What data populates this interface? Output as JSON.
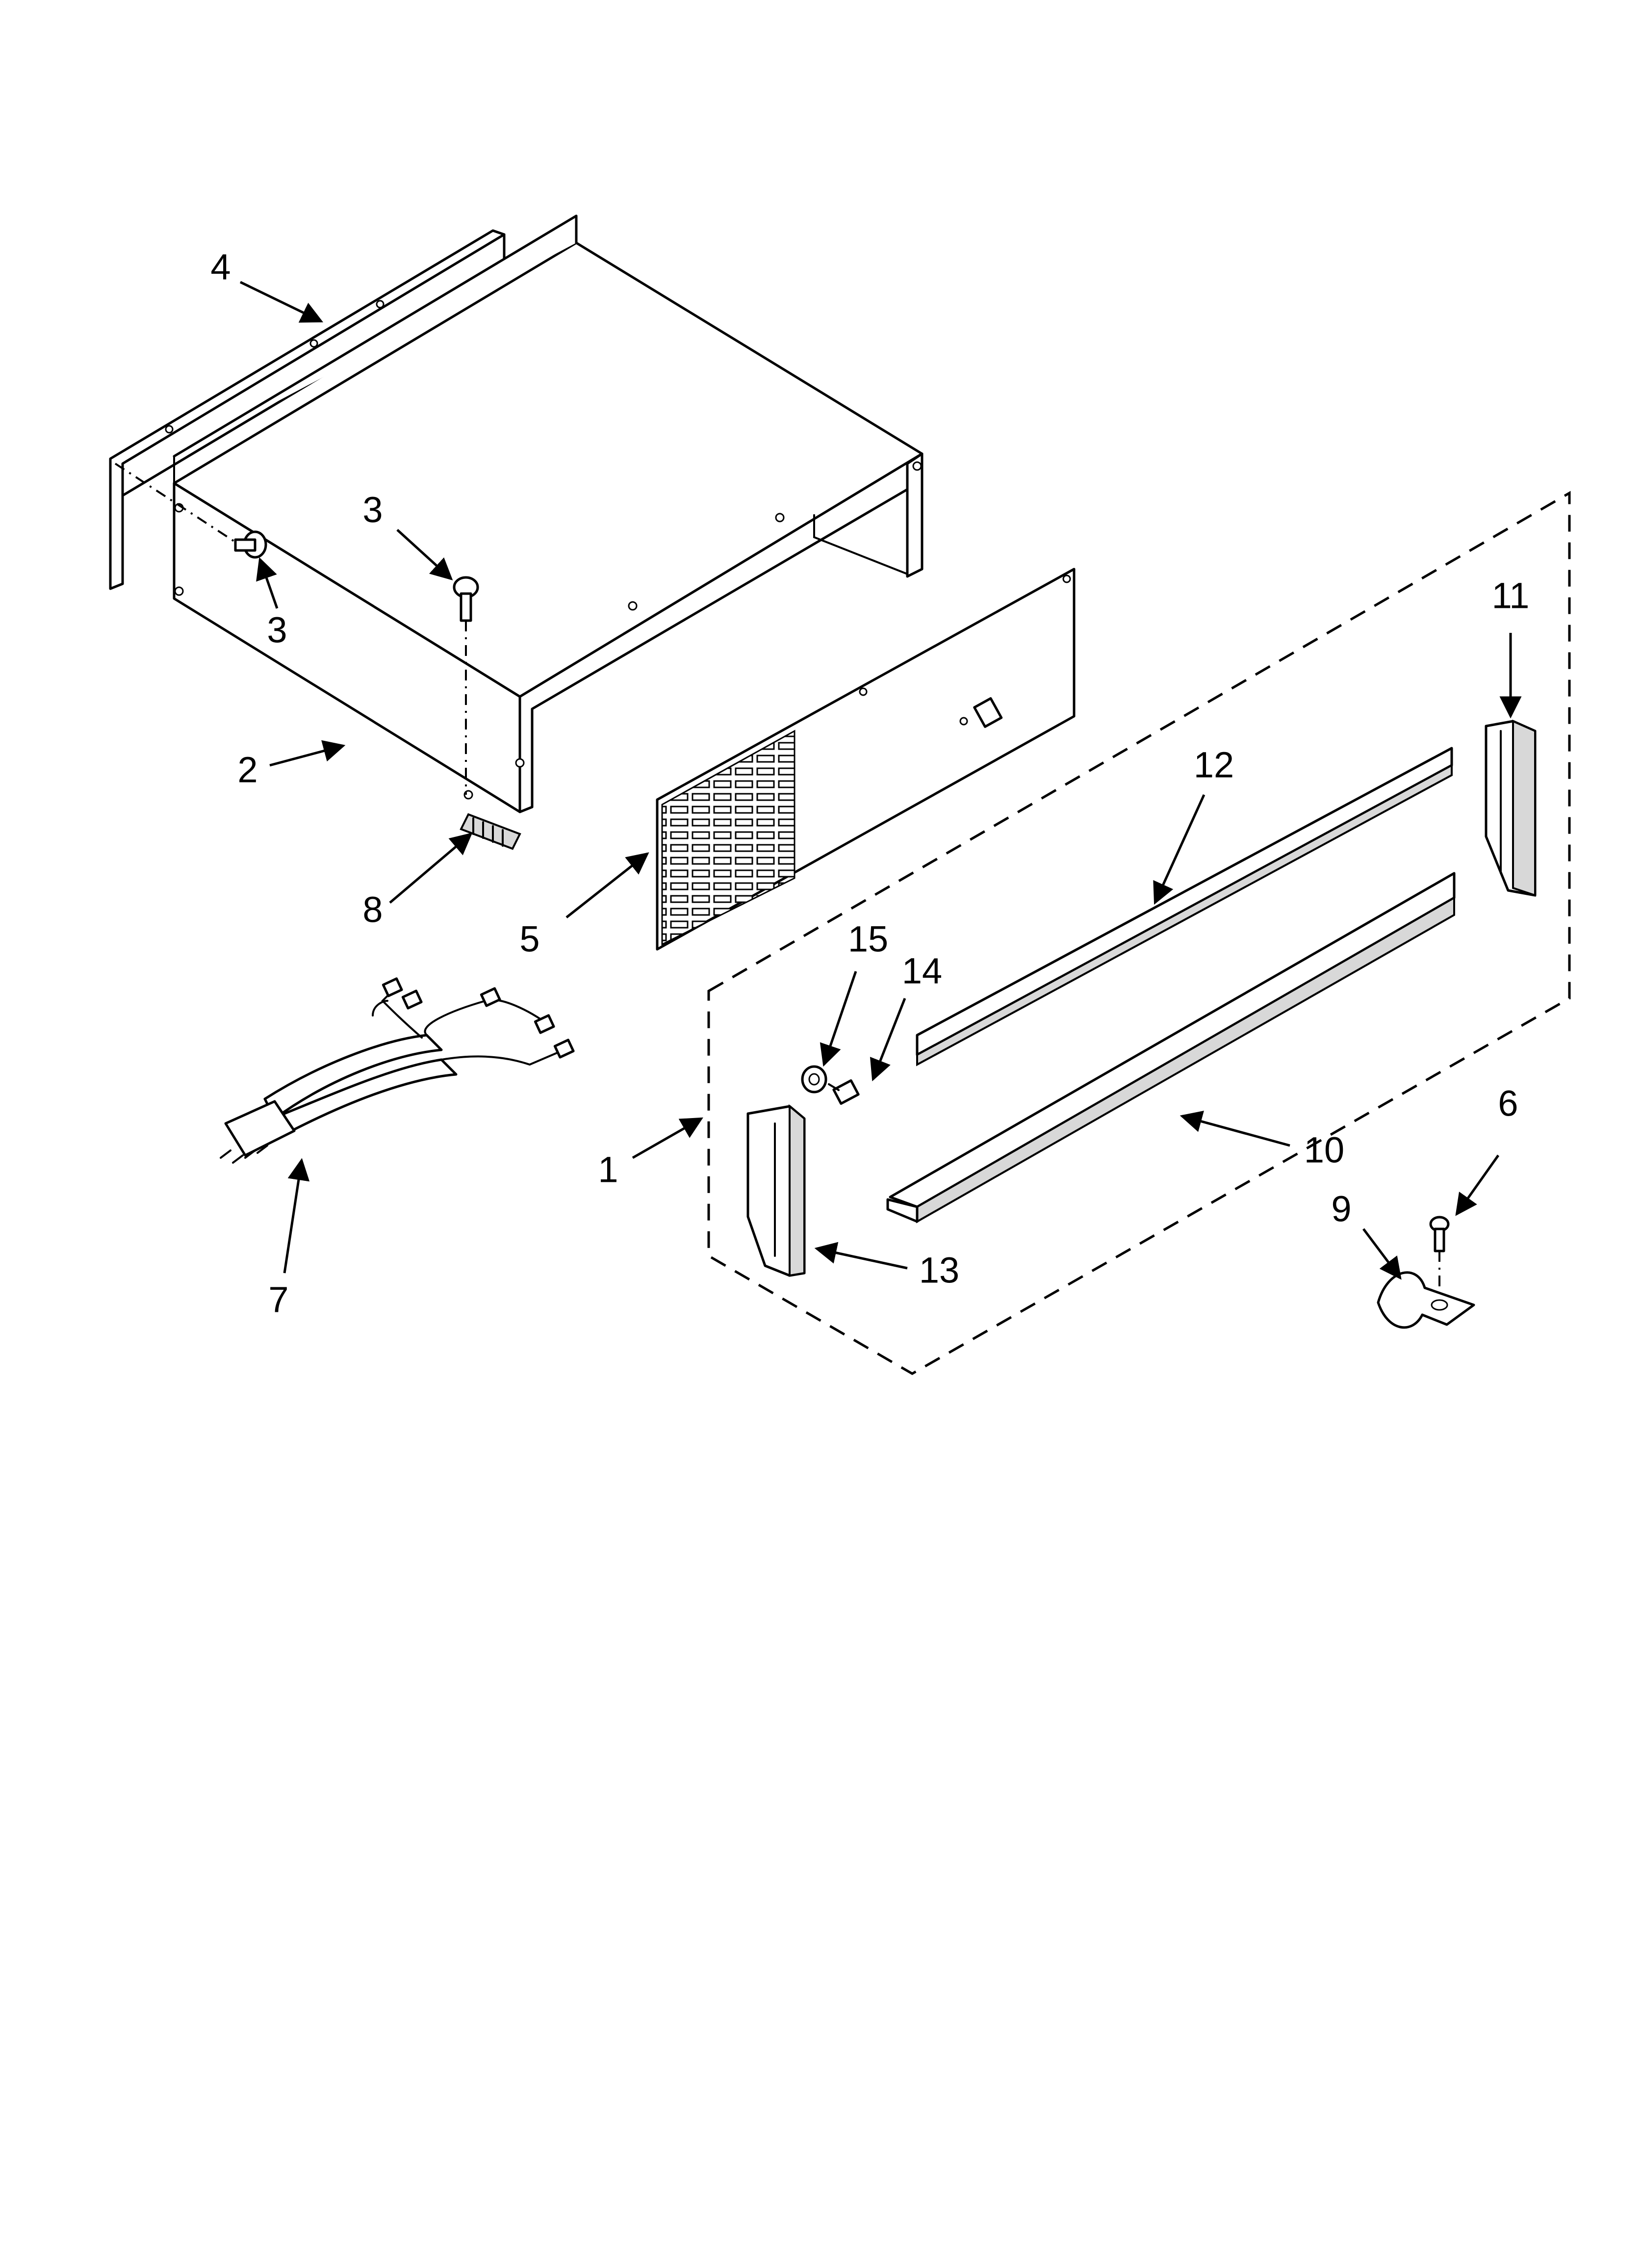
{
  "callouts": [
    {
      "id": "c4",
      "label": "4"
    },
    {
      "id": "c3a",
      "label": "3"
    },
    {
      "id": "c3b",
      "label": "3"
    },
    {
      "id": "c2",
      "label": "2"
    },
    {
      "id": "c8",
      "label": "8"
    },
    {
      "id": "c5",
      "label": "5"
    },
    {
      "id": "c11",
      "label": "11"
    },
    {
      "id": "c12",
      "label": "12"
    },
    {
      "id": "c15",
      "label": "15"
    },
    {
      "id": "c14",
      "label": "14"
    },
    {
      "id": "c1",
      "label": "1"
    },
    {
      "id": "c10",
      "label": "10"
    },
    {
      "id": "c13",
      "label": "13"
    },
    {
      "id": "c6",
      "label": "6"
    },
    {
      "id": "c9",
      "label": "9"
    },
    {
      "id": "c7",
      "label": "7"
    }
  ],
  "colors": {
    "line": "#000000",
    "background": "#ffffff",
    "shade": "#d8d8d8"
  }
}
